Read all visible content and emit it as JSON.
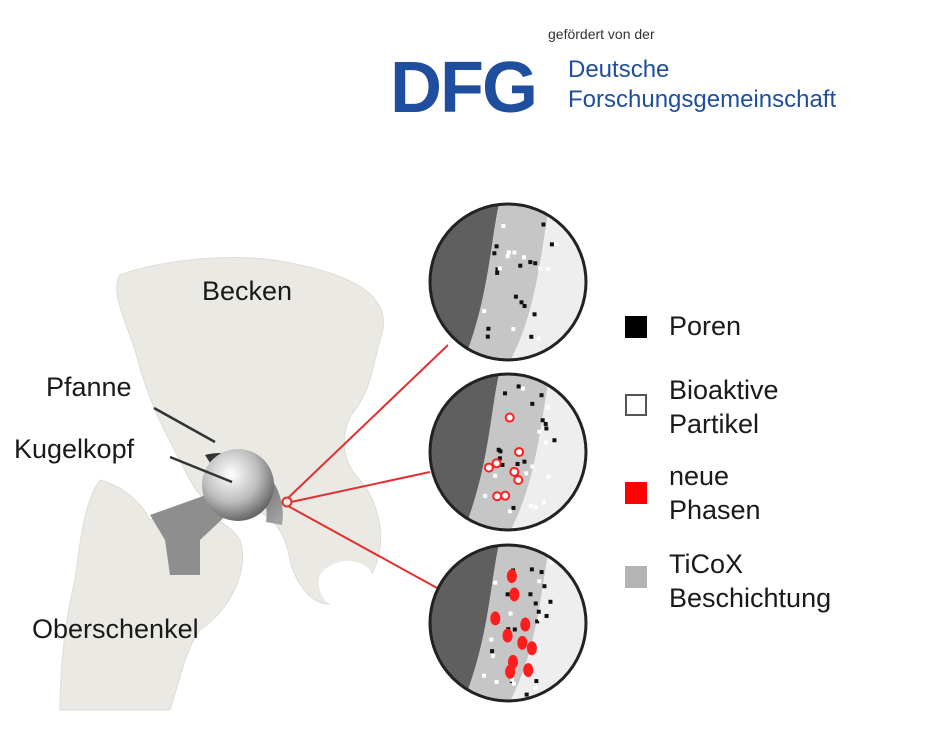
{
  "header": {
    "funding_text": "gefördert von der",
    "logo_letters": "DFG",
    "org_line1": "Deutsche",
    "org_line2": "Forschungsgemeinschaft"
  },
  "labels": {
    "pelvis": "Becken",
    "socket": "Pfanne",
    "ball_head": "Kugelkopf",
    "femur": "Oberschenkel"
  },
  "legend": [
    {
      "name": "pores",
      "text1": "Poren",
      "text2": "",
      "color": "#000000"
    },
    {
      "name": "bioactive",
      "text1": "Bioaktive",
      "text2": "Partikel",
      "color": "#ffffff"
    },
    {
      "name": "new-phases",
      "text1": "neue",
      "text2": "Phasen",
      "color": "#ff0000"
    },
    {
      "name": "coating",
      "text1": "TiCoX",
      "text2": "Beschichtung",
      "color": "#b4b4b4"
    }
  ],
  "colors": {
    "bone": "#ebe9e4",
    "coating": "#c9c9c9",
    "accent_line": "#e03030",
    "dfg_blue": "#1f4e9e"
  }
}
